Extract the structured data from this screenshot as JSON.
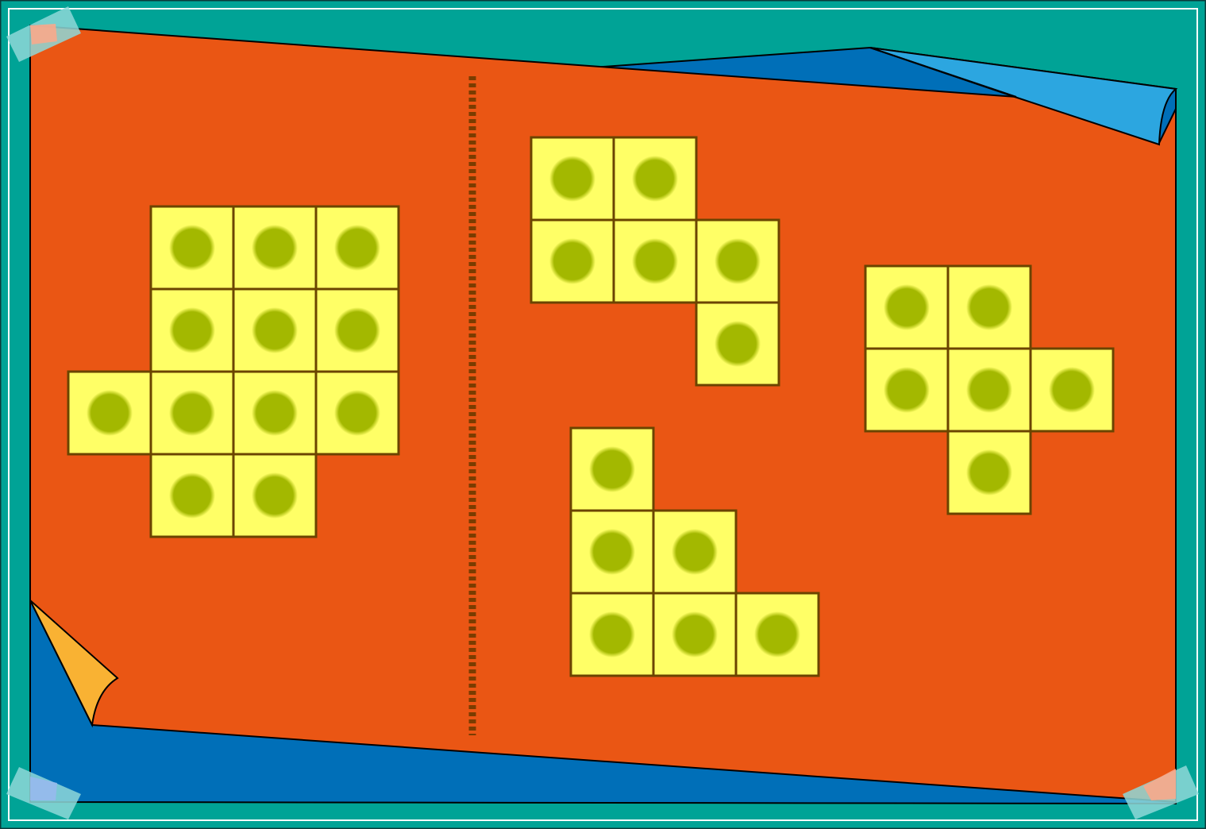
{
  "colors": {
    "frame": "#00A396",
    "frame_line": "#ffffff",
    "back_sheet": "#006FB8",
    "front_sheet": "#EA5614",
    "curl_top": "#2CA6E0",
    "curl_bottom": "#F9B233",
    "divider": "#7A3C00",
    "tile_fill": "#FFFF66",
    "tile_border": "#6B4400",
    "dot": "#A3B800",
    "tape_pink": "#F8A98C",
    "tape_cyan": "#8ED8D8"
  },
  "figures": [
    {
      "name": "figure-left-assembled",
      "cells": [
        [
          1,
          0
        ],
        [
          2,
          0
        ],
        [
          3,
          0
        ],
        [
          1,
          1
        ],
        [
          2,
          1
        ],
        [
          3,
          1
        ],
        [
          0,
          2
        ],
        [
          1,
          2
        ],
        [
          2,
          2
        ],
        [
          3,
          2
        ],
        [
          1,
          3
        ],
        [
          2,
          3
        ]
      ]
    },
    {
      "name": "figure-top-middle",
      "cells": [
        [
          0,
          0
        ],
        [
          1,
          0
        ],
        [
          0,
          1
        ],
        [
          1,
          1
        ],
        [
          2,
          1
        ],
        [
          2,
          2
        ]
      ]
    },
    {
      "name": "figure-right-cross",
      "cells": [
        [
          0,
          0
        ],
        [
          1,
          0
        ],
        [
          0,
          1
        ],
        [
          1,
          1
        ],
        [
          2,
          1
        ],
        [
          1,
          2
        ]
      ]
    },
    {
      "name": "figure-bottom-staircase",
      "cells": [
        [
          0,
          0
        ],
        [
          0,
          1
        ],
        [
          1,
          1
        ],
        [
          0,
          2
        ],
        [
          1,
          2
        ],
        [
          2,
          2
        ]
      ]
    }
  ]
}
